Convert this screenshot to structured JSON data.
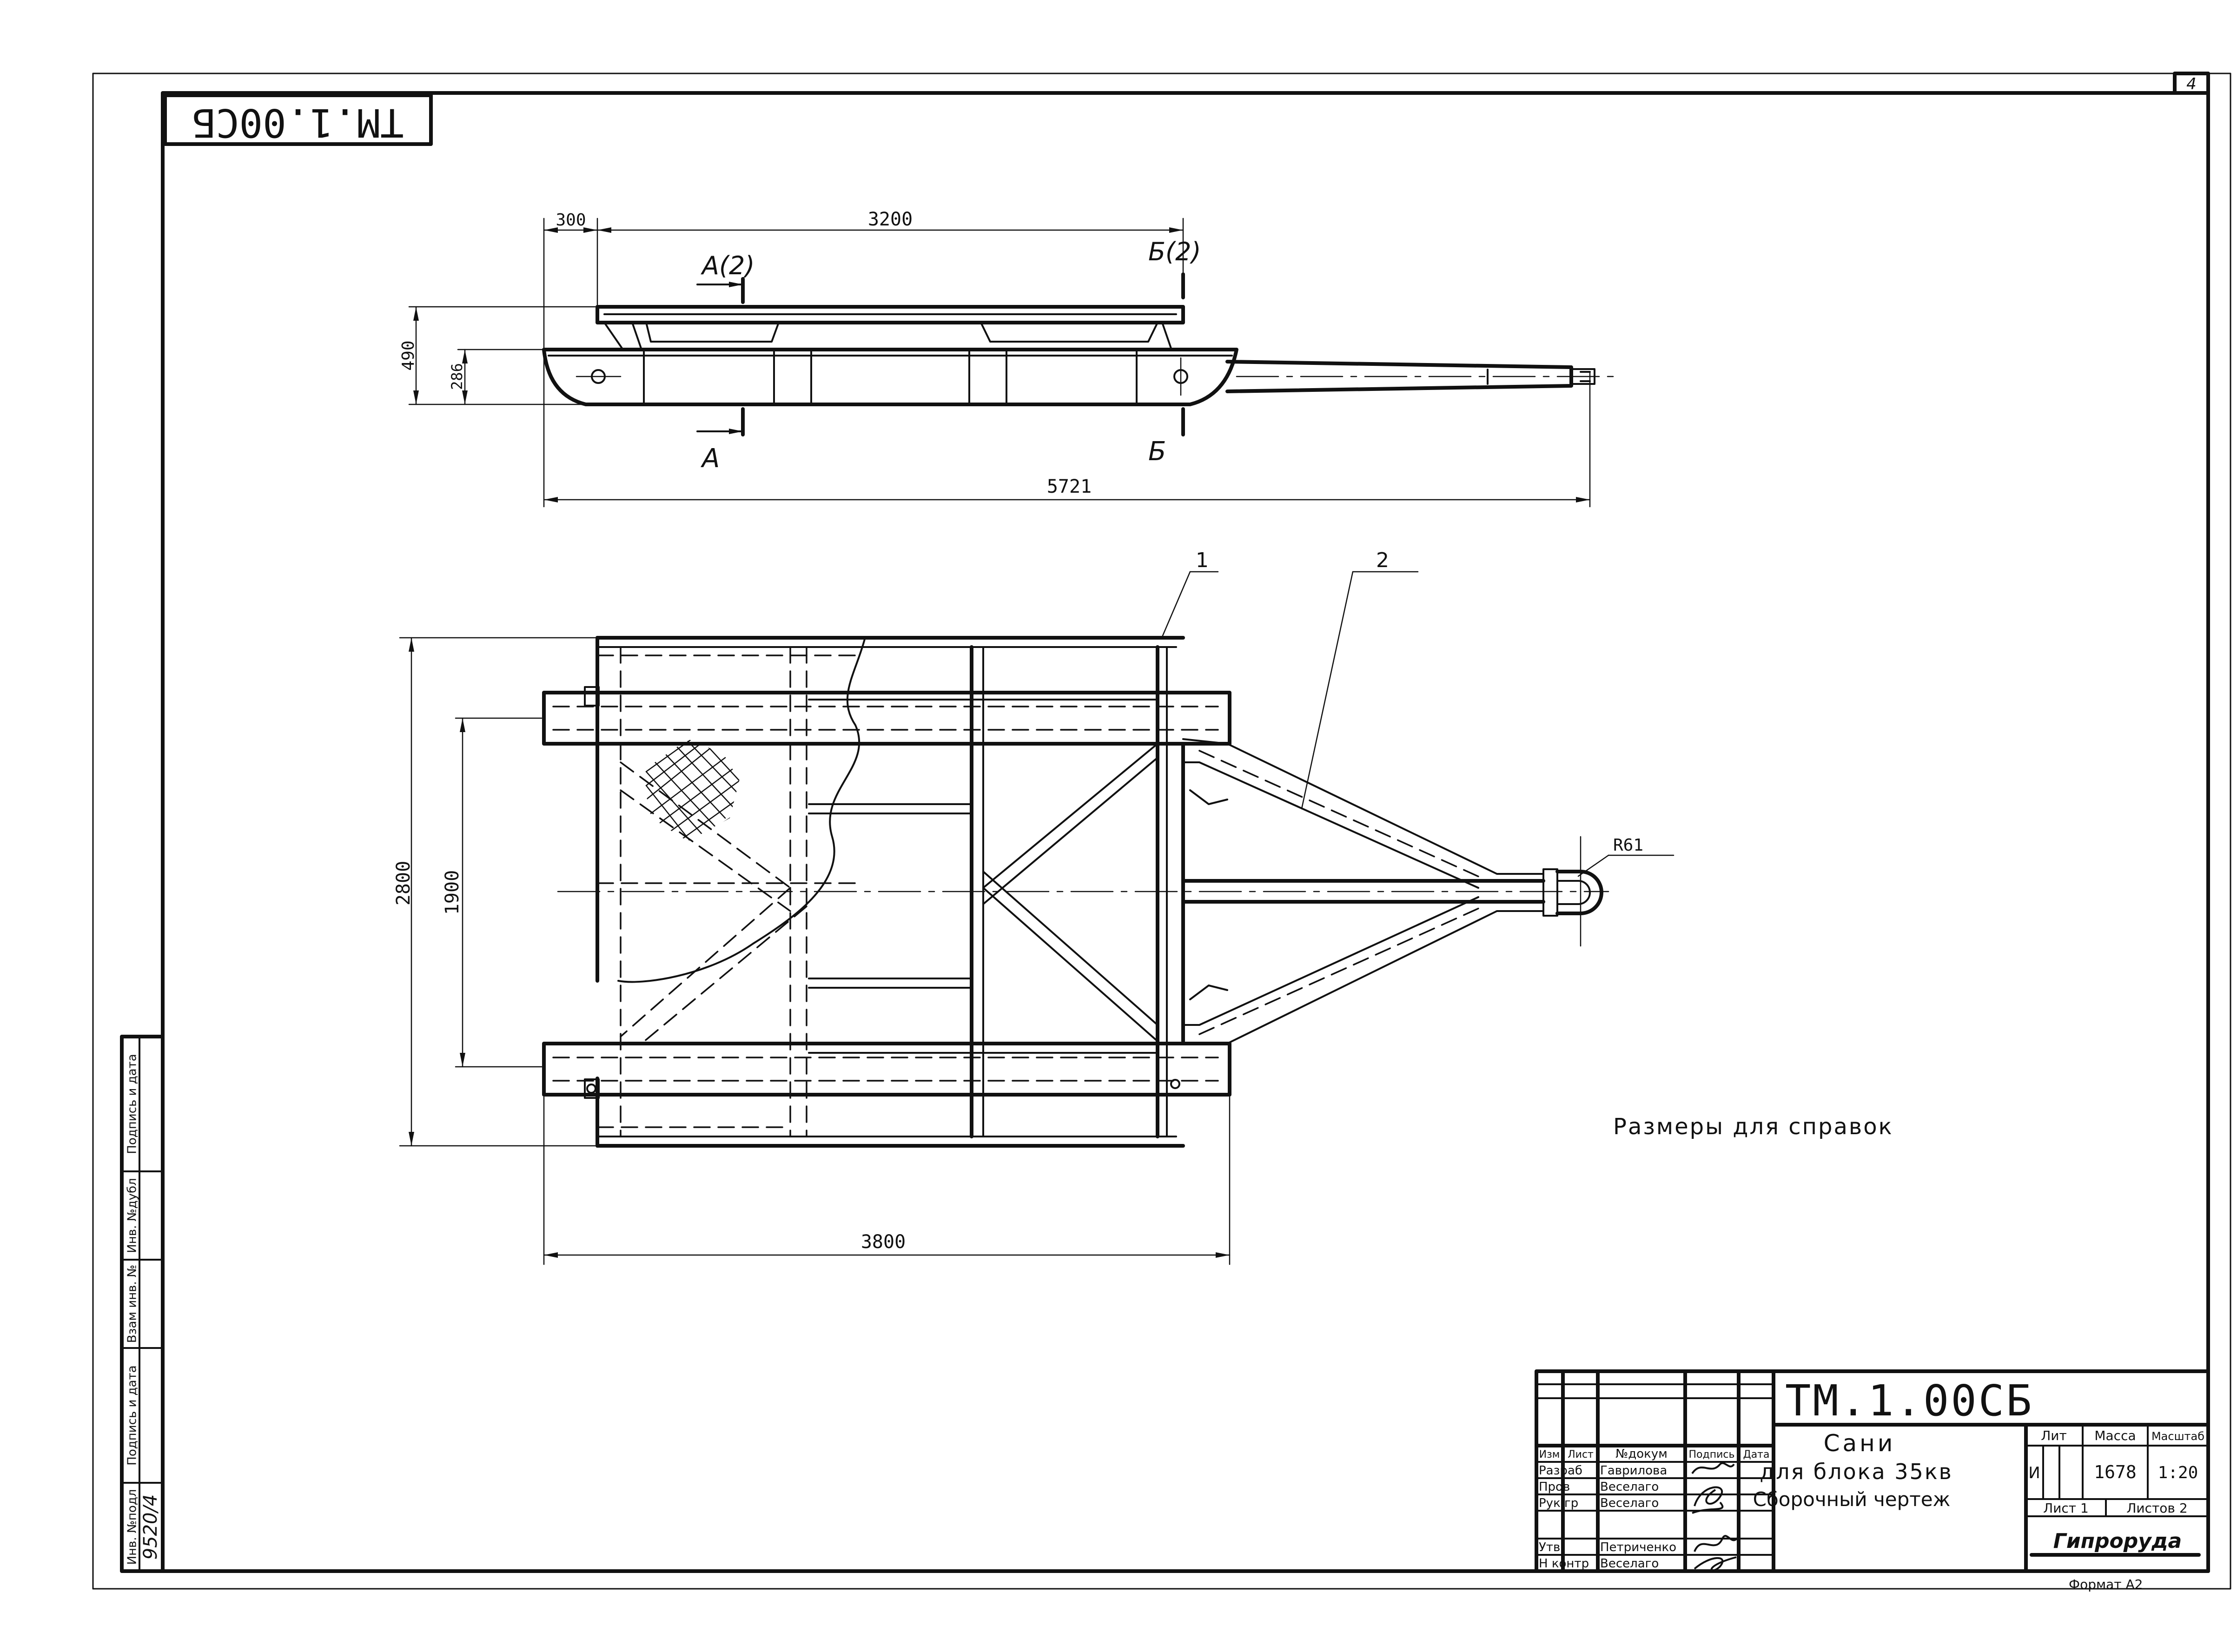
{
  "sheet": {
    "number": "4",
    "code_rotated": "ТМ.1.00СБ",
    "format": "Формат А2"
  },
  "side_view": {
    "dim_top_left": "300",
    "dim_top_span": "3200",
    "dim_height_total": "490",
    "dim_height_runner": "286",
    "dim_length_total": "5721",
    "section_a_top": "А(2)",
    "section_b_top": "Б(2)",
    "section_a_bottom": "А",
    "section_b_bottom": "Б"
  },
  "plan_view": {
    "dim_width_total": "2800",
    "dim_runner_spacing": "1900",
    "dim_length": "3800",
    "dim_radius": "R61",
    "callout_1": "1",
    "callout_2": "2"
  },
  "note": "Размеры для справок",
  "left_strip": {
    "cells": [
      "Инв. №подл",
      "Подпись и дата",
      "Взам инв. №",
      "Инв. №дубл",
      "Подпись и дата"
    ],
    "inventory_number": "9520/4"
  },
  "title_block": {
    "doc_code": "ТМ.1.00СБ",
    "title_line1": "Сани",
    "title_line2": "для блока 35кв",
    "title_line3": "Сборочный чертеж",
    "header_cols": [
      "Изм",
      "Лист",
      "№докум",
      "Подпись",
      "Дата"
    ],
    "rows": [
      {
        "role": "Разраб",
        "name": "Гаврилова"
      },
      {
        "role": "Пров",
        "name": "Веселаго"
      },
      {
        "role": "Рук гр",
        "name": "Веселаго"
      },
      {
        "role": "Утв",
        "name": "Петриченко"
      },
      {
        "role": "Н контр",
        "name": "Веселаго"
      }
    ],
    "lit_label": "Лит",
    "mass_label": "Масса",
    "scale_label": "Масштаб",
    "lit_value": "И",
    "mass_value": "1678",
    "scale_value": "1:20",
    "sheet_label": "Лист 1",
    "sheets_label": "Листов 2",
    "organization": "Гипроруда"
  }
}
